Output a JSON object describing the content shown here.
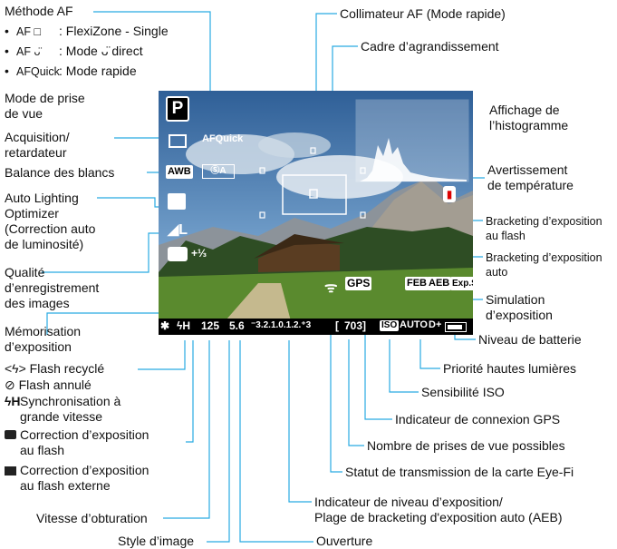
{
  "left": {
    "af_method": {
      "title": "Méthode AF",
      "rows": [
        {
          "bullet": "•",
          "icon": "AF □",
          "text": ": FlexiZone - Single"
        },
        {
          "bullet": "•",
          "icon": "AF ᴗ̈",
          "text": ": Mode ᴗ̈ direct"
        },
        {
          "bullet": "•",
          "icon": "AFQuick",
          "text": ": Mode rapide"
        }
      ]
    },
    "shooting_mode": [
      "Mode de prise",
      "de vue"
    ],
    "drive": [
      "Acquisition/",
      "retardateur"
    ],
    "white_balance": "Balance des blancs",
    "alo": [
      "Auto Lighting",
      "Optimizer",
      "(Correction auto",
      "de luminosité)"
    ],
    "quality": [
      "Qualité",
      "d’enregistrement",
      "des images"
    ],
    "ae_lock": [
      "Mémorisation",
      "d’exposition"
    ],
    "flash_recycle": "<ϟ> Flash recyclé",
    "flash_off": "⊘ Flash annulé",
    "hs_sync": [
      "Synchronisation à",
      "grande vitesse"
    ],
    "hs_sync_icon": "ϟH",
    "fec": [
      "Correction d’exposition",
      "au flash"
    ],
    "ext_fec": [
      "Correction d’exposition",
      "au flash externe"
    ],
    "shutter": "Vitesse d’obturation",
    "picture_style": "Style d’image"
  },
  "right": {
    "af_point": "Collimateur AF (Mode rapide)",
    "magnify_frame": "Cadre d’agrandissement",
    "histogram": [
      "Affichage de",
      "l’histogramme"
    ],
    "temp_warning": [
      "Avertissement",
      "de température"
    ],
    "feb": [
      "Bracketing d’exposition",
      "au flash"
    ],
    "aeb": [
      "Bracketing d’exposition",
      "auto"
    ],
    "exp_sim": [
      "Simulation",
      "d’exposition"
    ],
    "battery": "Niveau de batterie",
    "highlight": "Priorité hautes lumières",
    "iso": "Sensibilité ISO",
    "gps": "Indicateur de connexion GPS",
    "shots": "Nombre de prises de vue possibles",
    "eyefi": "Statut de transmission de la carte Eye-Fi",
    "exposure_level": [
      "Indicateur de niveau d’exposition/",
      "Plage de bracketing d'exposition auto (AEB)"
    ],
    "aperture": "Ouverture"
  },
  "screen": {
    "mode": "P",
    "af_quick": "AFQuick",
    "wb": "AWB",
    "quality": "◢L",
    "fec_value": "+⅓",
    "gps": "GPS",
    "feb": "FEB",
    "aeb": "AEB",
    "expsim": "Exp.SIM",
    "bottom": {
      "ael": "✱",
      "flash": "ϟH",
      "shutter": "125",
      "aperture": "5.6",
      "scale": "⁻3.2.1.0.1.2.⁺3",
      "shots_bracket": "[",
      "shots": "703]",
      "iso_label": "ISO",
      "iso_value": "AUTO",
      "d_plus": "D+"
    }
  },
  "colors": {
    "accent": "#29abe2",
    "lcd_bg": "#3d6fa6",
    "grass": "#5a8a2e"
  }
}
